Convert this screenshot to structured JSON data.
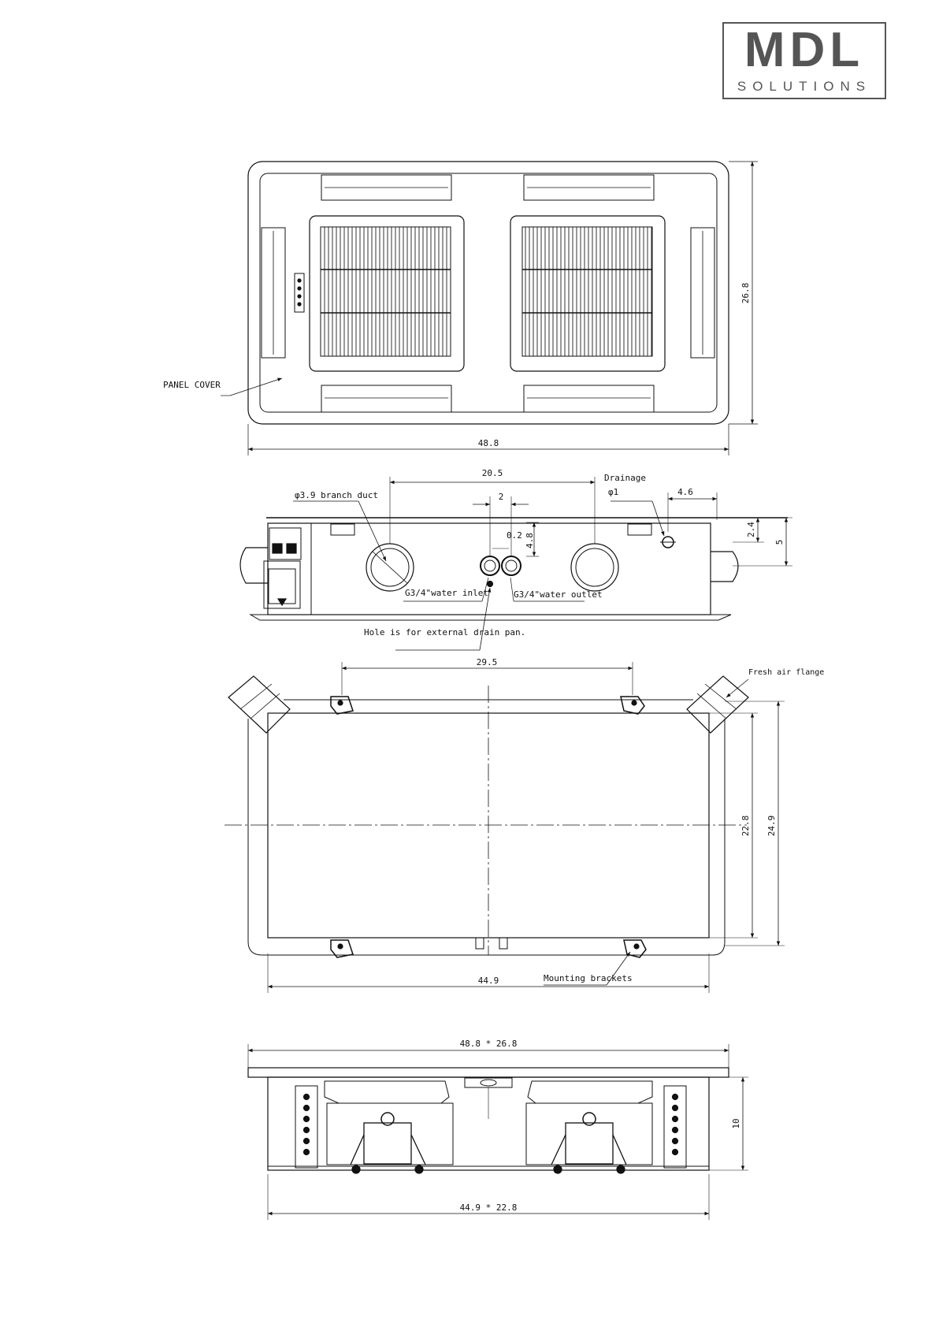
{
  "logo": {
    "main": "MDL",
    "sub": "SOLUTIONS"
  },
  "view1": {
    "panel_cover": "PANEL COVER",
    "width": "48.8",
    "height": "26.8"
  },
  "view2": {
    "branch_duct": "φ3.9 branch duct",
    "drainage": "Drainage",
    "drain_dia": "φ1",
    "d_20_5": "20.5",
    "d_2": "2",
    "d_4_6": "4.6",
    "d_0_2": "0.2",
    "d_4_8": "4.8",
    "d_2_4": "2.4",
    "d_5": "5",
    "water_inlet": "G3/4\"water inlet",
    "water_outlet": "G3/4\"water outlet",
    "drain_hole": "Hole is for external drain pan."
  },
  "view3": {
    "d_29_5": "29.5",
    "fresh_air": "Fresh air flange",
    "d_22_8": "22.8",
    "d_24_9": "24.9",
    "mounting": "Mounting brackets",
    "d_44_9": "44.9"
  },
  "view4": {
    "top_dim": "48.8 * 26.8",
    "height": "10",
    "bottom_dim": "44.9 * 22.8"
  }
}
